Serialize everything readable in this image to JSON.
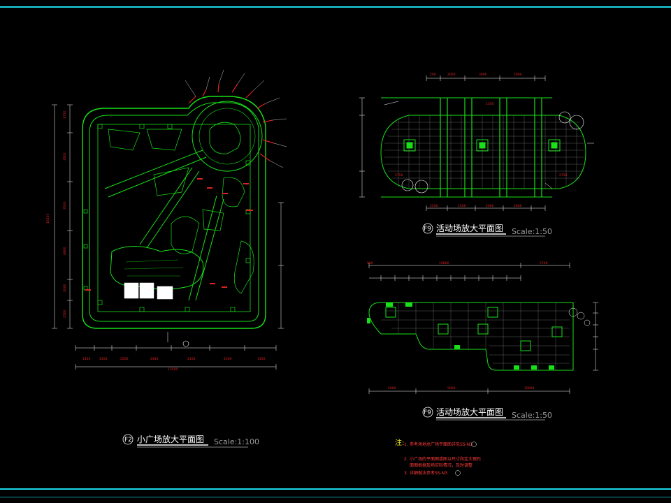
{
  "drawing": {
    "palette": {
      "background": "#000000",
      "line": "#19e019",
      "frame": "#19d9e6",
      "dimension": "#ffffff",
      "dimension_text": "#dd2222",
      "label": "#ffffff"
    },
    "plan_f2": {
      "tag": "F2",
      "title": "小广场放大平面图",
      "scale": "Scale:1:100"
    },
    "plan_f9a": {
      "tag": "F9",
      "title": "活动场放大平面图",
      "scale": "Scale:1:50"
    },
    "plan_f9b": {
      "tag": "F9",
      "title": "活动场放大平面图",
      "scale": "Scale:1:50"
    },
    "notes": {
      "heading": "注:",
      "items": [
        {
          "num": "1.",
          "text": "参考场地总广场平面图详见SS-N3"
        },
        {
          "num": "2.",
          "text": "小广场的平面图或图以尺寸和定大理石"
        },
        {
          "num": "",
          "text": "面图根据现场实际情况，及时调整"
        },
        {
          "num": "3.",
          "text": "详细做法参考SS-N3"
        }
      ]
    }
  }
}
